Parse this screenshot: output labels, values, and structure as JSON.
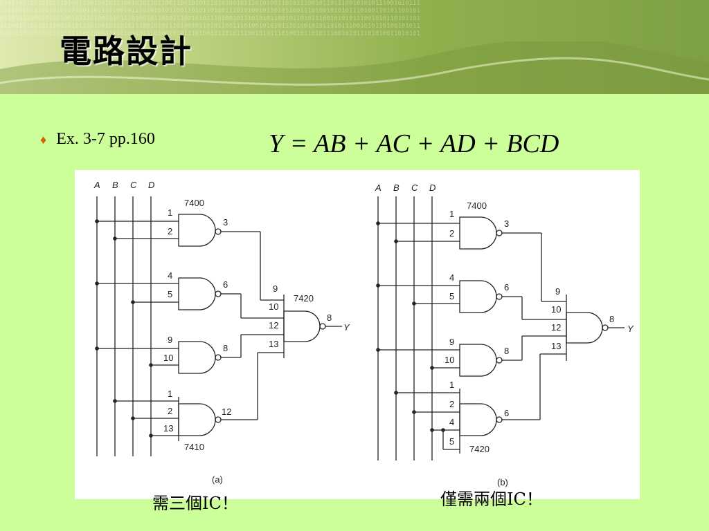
{
  "slide": {
    "title": "電路設計",
    "bullet_text": "Ex. 3-7 pp.160",
    "formula": "Y = AB + AC + AD + BCD"
  },
  "figure": {
    "inputs": [
      "A",
      "B",
      "C",
      "D"
    ],
    "circuit_a": {
      "chip_7400": "7400",
      "chip_7420": "7420",
      "chip_7410": "7410",
      "sublabel": "(a)",
      "output": "Y",
      "pins": {
        "g1_in1": "1",
        "g1_in2": "2",
        "g1_out": "3",
        "g2_in1": "4",
        "g2_in2": "5",
        "g2_out": "6",
        "g3_in1": "9",
        "g3_in2": "10",
        "g3_out": "8",
        "g4_in1": "1",
        "g4_in2": "2",
        "g4_in3": "13",
        "g4_out": "12",
        "f_in1": "9",
        "f_in2": "10",
        "f_in3": "12",
        "f_in4": "13",
        "f_out": "8"
      }
    },
    "circuit_b": {
      "chip_7400": "7400",
      "chip_7420": "7420",
      "sublabel": "(b)",
      "output": "Y",
      "pins": {
        "g1_in1": "1",
        "g1_in2": "2",
        "g1_out": "3",
        "g2_in1": "4",
        "g2_in2": "5",
        "g2_out": "6",
        "g3_in1": "9",
        "g3_in2": "10",
        "g3_out": "8",
        "g4_in1": "1",
        "g4_in2": "2",
        "g4_in3": "4",
        "g4_in4": "5",
        "g4_out": "6",
        "f_in1": "9",
        "f_in2": "10",
        "f_in3": "12",
        "f_in4": "13",
        "f_out": "8"
      }
    }
  },
  "captions": {
    "a": "需三個IC！",
    "b": "僅需兩個IC！"
  },
  "colors": {
    "background": "#ccff99",
    "bullet": "#cc6600"
  }
}
